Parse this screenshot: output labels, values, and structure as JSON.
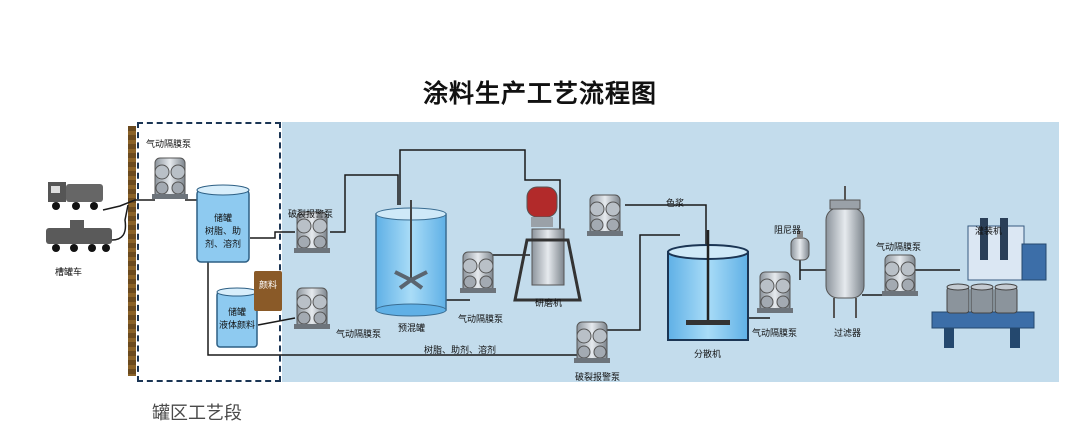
{
  "title": "涂料生产工艺流程图",
  "zone_caption": "罐区工艺段",
  "labels": {
    "tanker": "槽罐车",
    "pump_top_left": "气动隔膜泵",
    "storage_tank_1_name": "储罐",
    "storage_tank_1_content": "树脂、助剂、溶剂",
    "storage_tank_2_name": "储罐",
    "storage_tank_2_content": "液体颜料",
    "pigment": "颜料",
    "burst_alarm_pump_top": "破裂报警泵",
    "pump_mid_left": "气动隔膜泵",
    "premix_tank": "预混罐",
    "pump_after_premix": "气动隔膜泵",
    "grinder": "研磨机",
    "color_paste": "色浆",
    "resin_line": "树脂、助剂、溶剂",
    "burst_alarm_pump_bottom": "破裂报警泵",
    "disperser": "分散机",
    "damper": "阻尼器",
    "pump_after_disperser": "气动隔膜泵",
    "filter": "过滤器",
    "pump_before_filling": "气动隔膜泵",
    "filling_machine": "灌装机"
  },
  "colors": {
    "process_area": "#c3dcec",
    "pipe": "#1a1a1a",
    "liquid": "#7fc4ee",
    "zone_border": "#1b3554"
  }
}
